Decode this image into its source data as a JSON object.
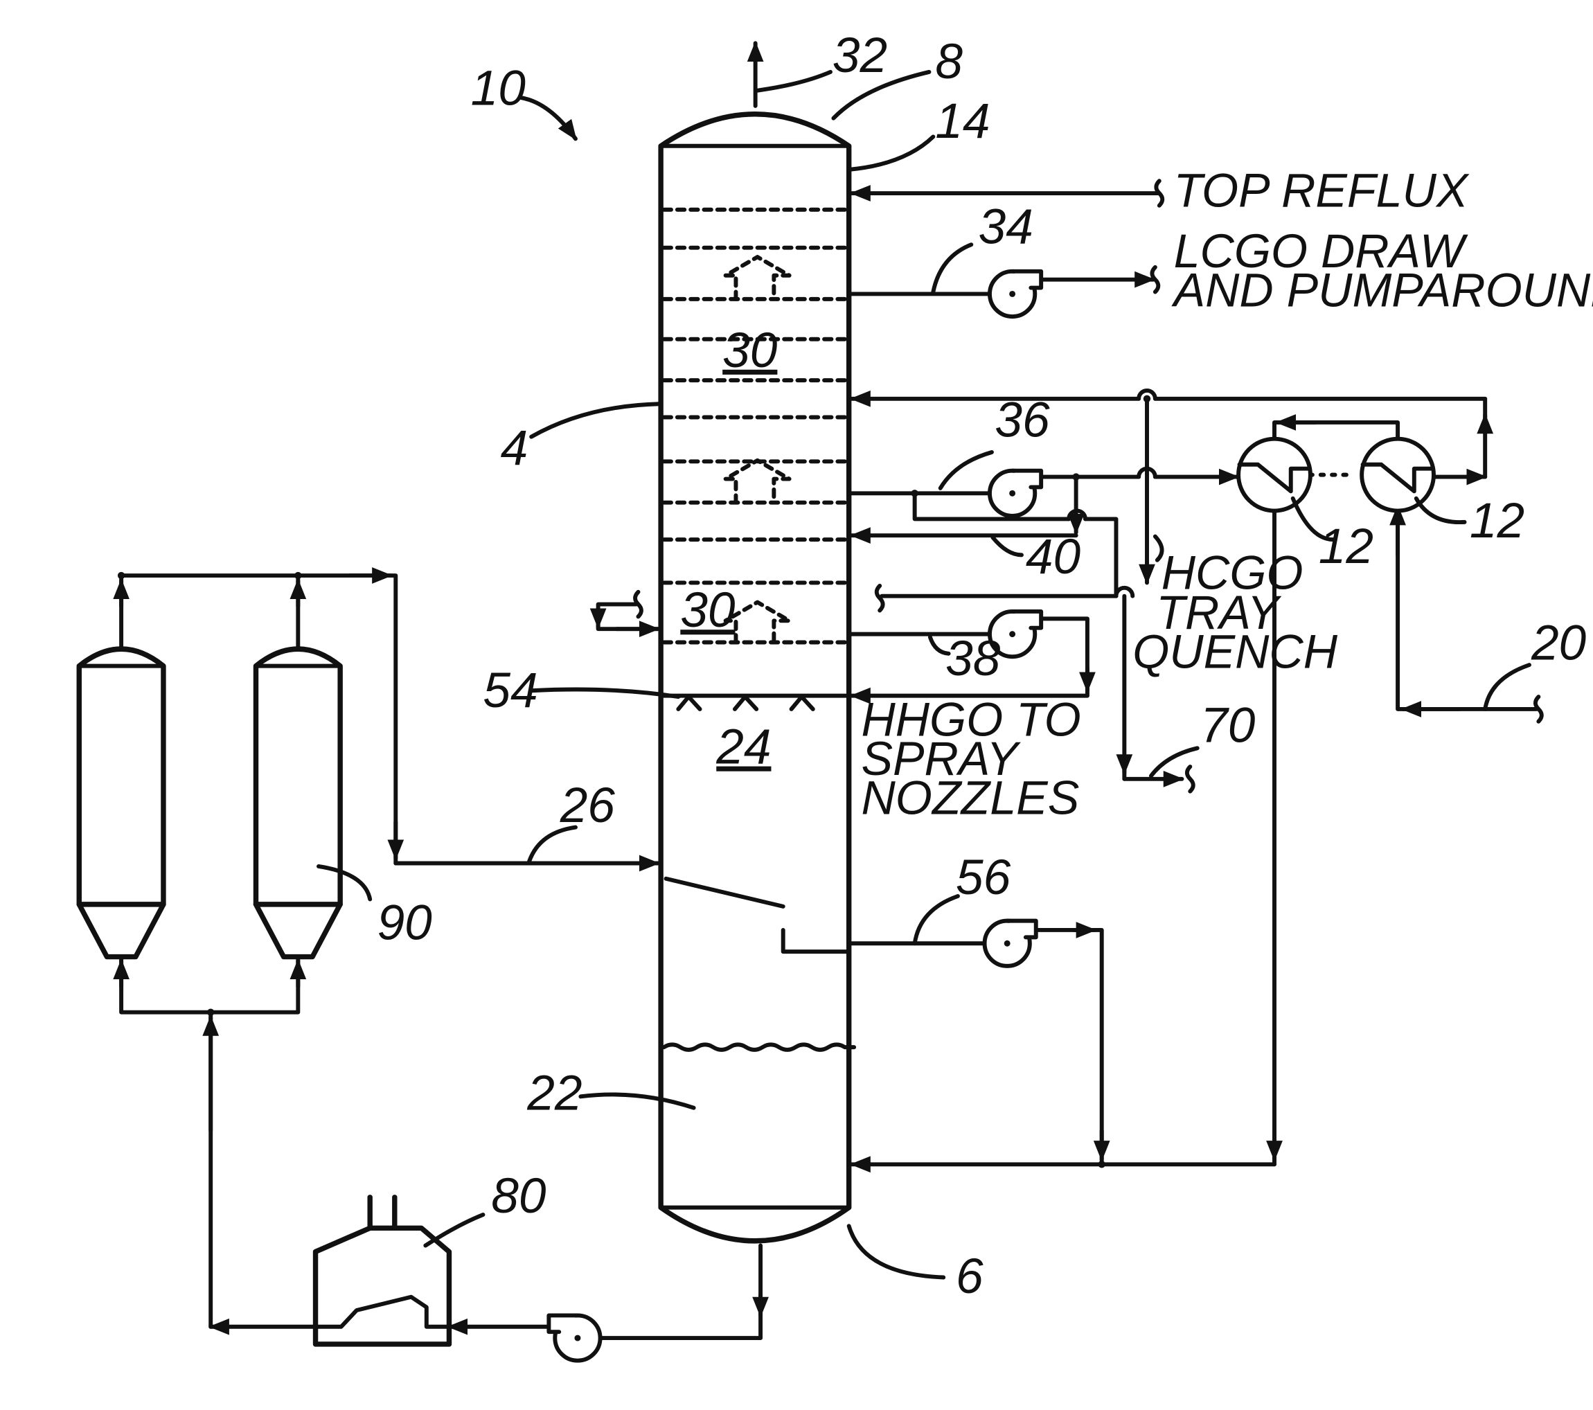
{
  "figure": {
    "refs": {
      "r10": "10",
      "r32": "32",
      "r8": "8",
      "r14": "14",
      "r34": "34",
      "r30a": "30",
      "r4": "4",
      "r36": "36",
      "r40": "40",
      "r12a": "12",
      "r12b": "12",
      "r30b": "30",
      "r38": "38",
      "r20": "20",
      "r54": "54",
      "r24": "24",
      "r70": "70",
      "r26": "26",
      "r90": "90",
      "r56": "56",
      "r22": "22",
      "r80": "80",
      "r6": "6"
    },
    "labels": {
      "top_reflux": "TOP  REFLUX",
      "lcgo_1": "LCGO  DRAW",
      "lcgo_2": "AND  PUMPAROUND",
      "hcgo_1": "HCGO",
      "hcgo_2": "TRAY",
      "hcgo_3": "QUENCH",
      "hhgo_1": "HHGO  TO",
      "hhgo_2": "SPRAY",
      "hhgo_3": "NOZZLES"
    }
  }
}
